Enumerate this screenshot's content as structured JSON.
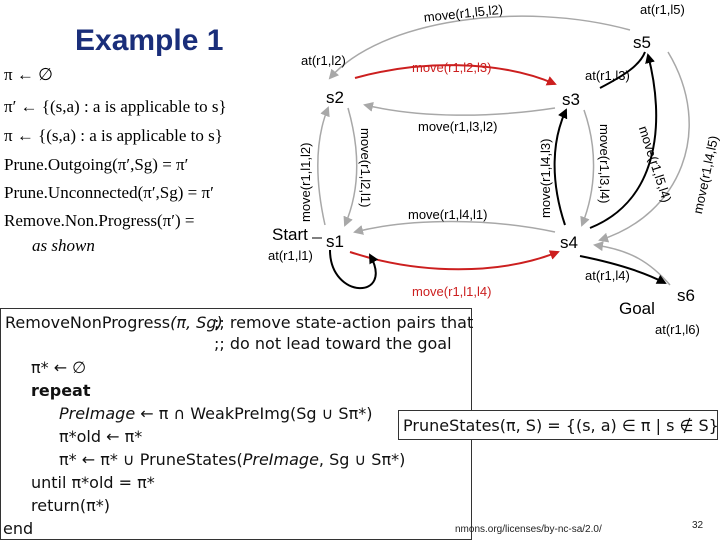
{
  "title": "Example 1",
  "defs": {
    "line1": "π ← ∅",
    "line2": "π′ ← {(s,a) : a is applicable to s}",
    "line3": "π ← {(s,a) : a is applicable to s}",
    "line4": "Prune.Outgoing(π′,Sg) = π′",
    "line5": "Prune.Unconnected(π′,Sg) = π′",
    "line6": "Remove.Non.Progress(π′) =",
    "line7": "as shown"
  },
  "states": {
    "s1": "s1",
    "s2": "s2",
    "s3": "s3",
    "s4": "s4",
    "s5": "s5",
    "s6": "s6",
    "start": "Start",
    "goal": "Goal"
  },
  "labels": {
    "at_l1": "at(r1,l1)",
    "at_l2": "at(r1,l2)",
    "at_l3": "at(r1,l3)",
    "at_l4": "at(r1,l4)",
    "at_l5": "at(r1,l5)",
    "at_l6": "at(r1,l6)",
    "move_l5_l2": "move(r1,l5,l2)",
    "move_l2_l3": "move(r1,l2,l3)",
    "move_l3_l2": "move(r1,l3,l2)",
    "move_l1_l2": "move(r1,l1,l2)",
    "move_l2_l1": "move(r1,l2,l1)",
    "move_l4_l3": "move(r1,l4,l3)",
    "move_l3_l4": "move(r1,l3,l4)",
    "move_l4_l5": "move(r1,l4,l5)",
    "move_l5_l4": "move(r1,l5,l4)",
    "move_l4_l1": "move(r1,l4,l1)",
    "move_l1_l4": "move(r1,l1,l4)"
  },
  "algorithm": {
    "header_name": "RemoveNonProgress",
    "header_args": "(π, Sg)",
    "comment1": ";; remove state-action pairs that",
    "comment2": ";; do not lead toward the goal",
    "l1": "π* ← ∅",
    "l2": "repeat",
    "l3a": "PreImage",
    "l3b": "← π ∩ WeakPreImg(Sg ∪ Sπ*)",
    "l4": "π*old ← π*",
    "l5a": "π* ← π* ∪ PruneStates(",
    "l5b": "PreImage",
    "l5c": ", Sg ∪ Sπ*)",
    "l6": "until π*old = π*",
    "l7": "return(π*)",
    "l8": "end"
  },
  "prune": "PruneStates(π, S) = {(s, a) ∈ π | s ∉ S}",
  "footer": {
    "license": "nmons.org/licenses/by-nc-sa/2.0/",
    "page": "32"
  },
  "colors": {
    "title": "#1a2e7a",
    "red_edge": "#cc1f1f",
    "gray_edge": "#a8a8a8",
    "black_edge": "#000000"
  }
}
